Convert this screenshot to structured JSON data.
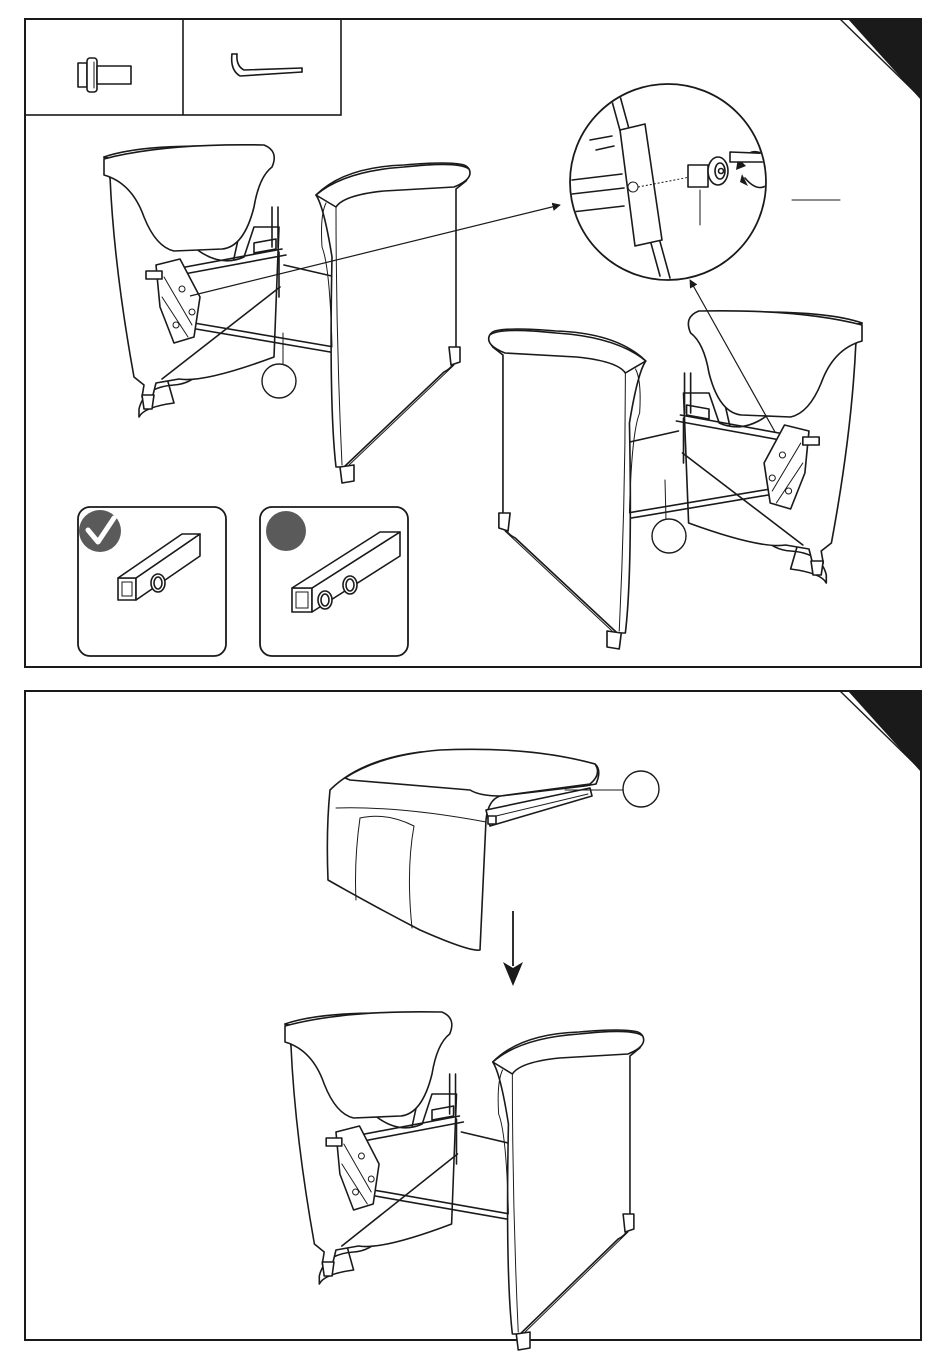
{
  "page": {
    "background": "#ffffff",
    "line_color": "#1a1a1a",
    "corner_tab_color": "#1a1a1a"
  },
  "step_panels": [
    {
      "corner_tab": "step-number-tab",
      "parts_box": {
        "items": [
          {
            "icon": "bolt-icon"
          },
          {
            "icon": "allen-key-icon"
          }
        ]
      },
      "callouts": [
        {
          "icon": "part-callout-circle"
        },
        {
          "icon": "part-callout-circle"
        }
      ],
      "tips": [
        {
          "icon": "check-badge-icon",
          "badge_color": "#5a5a5a",
          "meaning": "correct"
        },
        {
          "icon": "wrong-badge-icon",
          "badge_color": "#5a5a5a",
          "meaning": "incorrect"
        }
      ]
    },
    {
      "corner_tab": "step-number-tab",
      "callouts": [
        {
          "icon": "part-callout-circle"
        }
      ],
      "arrow": {
        "icon": "down-arrow-icon"
      }
    }
  ]
}
